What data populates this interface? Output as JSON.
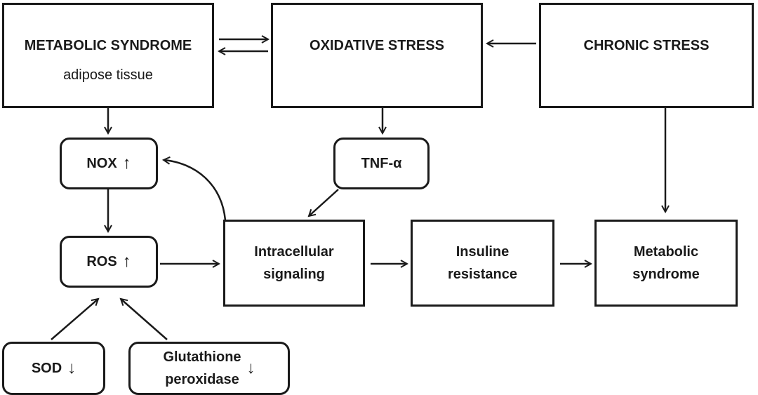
{
  "nodes": {
    "metabolic_syndrome_top": {
      "title": "METABOLIC SYNDROME",
      "subtitle": "adipose tissue"
    },
    "oxidative_stress": {
      "title": "OXIDATIVE STRESS"
    },
    "chronic_stress": {
      "title": "CHRONIC STRESS"
    },
    "nox": {
      "label": "NOX",
      "arrow": "↑"
    },
    "tnf": {
      "label": "TNF-α"
    },
    "ros": {
      "label": "ROS",
      "arrow": "↑"
    },
    "intracellular": {
      "line1": "Intracellular",
      "line2": "signaling"
    },
    "insuline": {
      "line1": "Insuline",
      "line2": "resistance"
    },
    "metabolic_syndrome_bottom": {
      "line1": "Metabolic",
      "line2": "syndrome"
    },
    "sod": {
      "label": "SOD",
      "arrow": "↓"
    },
    "glutathione": {
      "line1": "Glutathione",
      "line2": "peroxidase",
      "arrow": "↓"
    }
  },
  "edges": [
    {
      "from": "metabolic_syndrome_top",
      "to": "oxidative_stress"
    },
    {
      "from": "oxidative_stress",
      "to": "metabolic_syndrome_top"
    },
    {
      "from": "chronic_stress",
      "to": "oxidative_stress"
    },
    {
      "from": "metabolic_syndrome_top",
      "to": "nox"
    },
    {
      "from": "oxidative_stress",
      "to": "tnf"
    },
    {
      "from": "chronic_stress",
      "to": "metabolic_syndrome_bottom"
    },
    {
      "from": "nox",
      "to": "ros"
    },
    {
      "from": "tnf",
      "to": "intracellular"
    },
    {
      "from": "intracellular",
      "to": "nox"
    },
    {
      "from": "ros",
      "to": "intracellular"
    },
    {
      "from": "intracellular",
      "to": "insuline"
    },
    {
      "from": "insuline",
      "to": "metabolic_syndrome_bottom"
    },
    {
      "from": "sod",
      "to": "ros"
    },
    {
      "from": "glutathione",
      "to": "ros"
    }
  ]
}
